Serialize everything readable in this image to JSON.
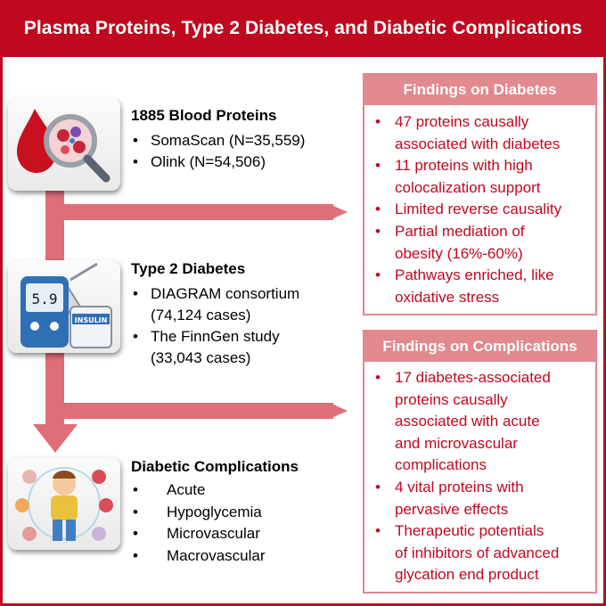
{
  "title": "Plasma Proteins, Type 2 Diabetes, and Diabetic Complications",
  "proteins": {
    "title": "1885 Blood Proteins",
    "items": [
      "SomaScan (N=35,559)",
      "Olink (N=54,506)"
    ]
  },
  "diabetes": {
    "title": "Type 2 Diabetes",
    "items": [
      [
        "DIAGRAM consortium",
        "(74,124 cases)"
      ],
      [
        "The FinnGen study",
        "(33,043 cases)"
      ]
    ],
    "meter_reading": "5.9",
    "insulin_label": "INSULIN"
  },
  "complications": {
    "title": "Diabetic Complications",
    "items": [
      "Acute",
      "Hypoglycemia",
      "Microvascular",
      "Macrovascular"
    ]
  },
  "findings_diabetes": {
    "title": "Findings on Diabetes",
    "items": [
      [
        "47 proteins causally",
        "associated with diabetes"
      ],
      [
        "11 proteins with high",
        "colocalization support"
      ],
      [
        "Limited reverse causality"
      ],
      [
        "Partial mediation of",
        "obesity (16%-60%)"
      ],
      [
        "Pathways enriched, like",
        "oxidative stress"
      ]
    ]
  },
  "findings_complications": {
    "title": "Findings on Complications",
    "items": [
      [
        "17 diabetes-associated",
        "proteins causally",
        "associated with acute",
        "and microvascular",
        "complications"
      ],
      [
        "4 vital proteins with",
        "pervasive effects"
      ],
      [
        "Therapeutic potentials",
        "of inhibitors of advanced",
        "glycation end product"
      ]
    ]
  },
  "colors": {
    "header": "#c0081f",
    "accent_text": "#c0081f",
    "box_header": "#e2888f",
    "flow_arrow": "#de6e78"
  }
}
